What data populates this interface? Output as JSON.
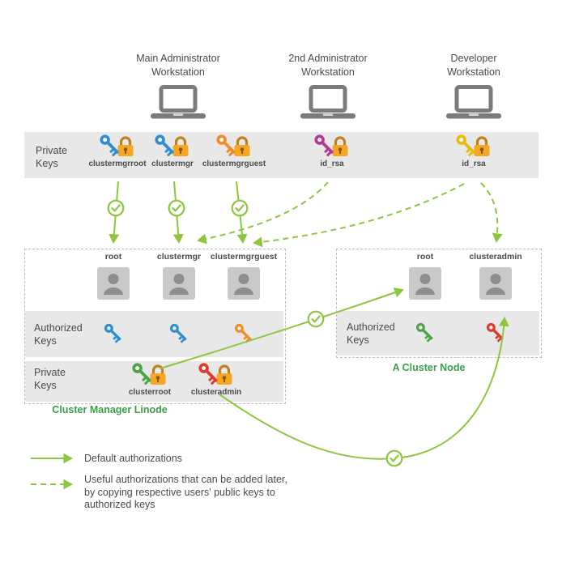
{
  "workstations": [
    {
      "label": "Main Administrator Workstation"
    },
    {
      "label": "2nd Administrator Workstation"
    },
    {
      "label": "Developer Workstation"
    }
  ],
  "top_band": {
    "label": "Private Keys",
    "keys": [
      {
        "label": "clustermgrroot",
        "color": "#2E8FD0"
      },
      {
        "label": "clustermgr",
        "color": "#2E8FD0"
      },
      {
        "label": "clustermgrguest",
        "color": "#F28C28"
      },
      {
        "label": "id_rsa",
        "color": "#B13A97"
      },
      {
        "label": "id_rsa",
        "color": "#E8BC0E"
      }
    ]
  },
  "cluster_manager": {
    "title": "Cluster Manager Linode",
    "users": [
      "root",
      "clustermgr",
      "clustermgrguest"
    ],
    "authorized_keys_label": "Authorized Keys",
    "authorized_key_colors": [
      "#2E8FD0",
      "#2E8FD0",
      "#F28C28"
    ],
    "private_keys_label": "Private Keys",
    "private_keys": [
      {
        "label": "clusterroot",
        "color": "#4BA546"
      },
      {
        "label": "clusteradmin",
        "color": "#DD3B2E"
      }
    ]
  },
  "cluster_node": {
    "title": "A Cluster Node",
    "users": [
      "root",
      "clusteradmin"
    ],
    "authorized_keys_label": "Authorized Keys",
    "authorized_key_colors": [
      "#4BA546",
      "#DD3B2E"
    ]
  },
  "legend": {
    "solid_label": "Default authorizations",
    "dashed_label_lines": [
      "Useful authorizations that can be added later,",
      "by copying respective users' public keys to",
      "authorized keys"
    ]
  },
  "icons": {
    "workstation": "laptop",
    "private_key": "key-with-padlock",
    "authorized_key": "key",
    "user": "person",
    "authorization": "check-circle"
  },
  "colors": {
    "arrow_green": "#8DC63F",
    "title_green": "#3B9E49",
    "band_gray": "#E8E8E8",
    "lock_orange": "#F5A623",
    "text": "#4A4A4A"
  }
}
